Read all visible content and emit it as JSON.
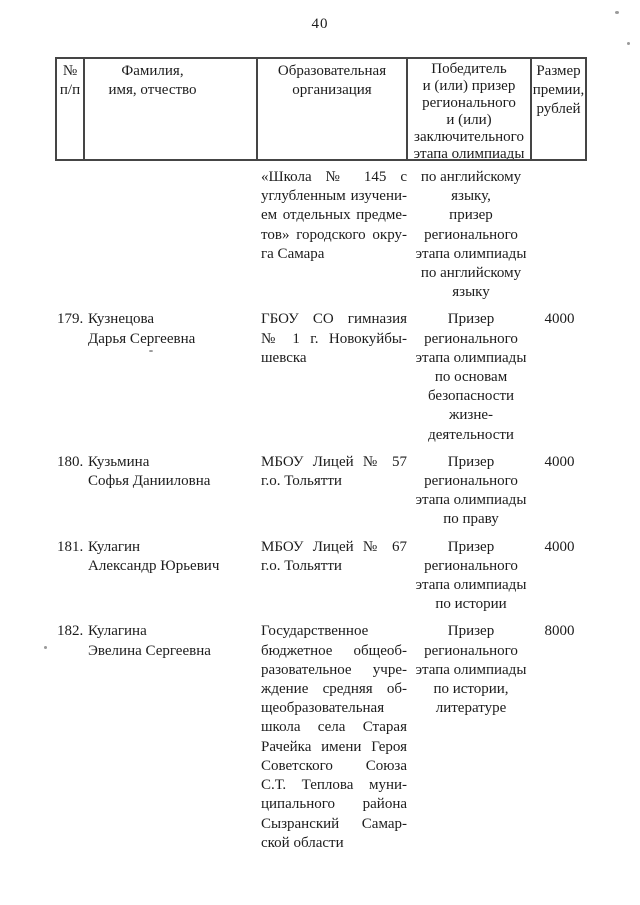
{
  "page": {
    "number": "40"
  },
  "colors": {
    "ink": "#1c1c1c",
    "border": "#454545",
    "background": "#ffffff"
  },
  "table": {
    "headers": {
      "num": [
        "№",
        "п/п"
      ],
      "name": [
        "Фамилия,",
        "имя, отчество"
      ],
      "org": [
        "Образовательная",
        "организация"
      ],
      "award": [
        "Победитель",
        "и (или) призер",
        "регионального",
        "и (или)",
        "заключительного",
        "этапа олимпиады"
      ],
      "prize": [
        "Размер",
        "премии,",
        "рублей"
      ]
    },
    "rows": [
      {
        "num": "",
        "name_lines": [],
        "org_lines": [
          "«Школа № 145 с",
          "углубленным изучени-",
          "ем отдельных предме-",
          "тов» городского окру-",
          "га Самара"
        ],
        "award_lines": [
          "по английскому",
          "языку,",
          "призер",
          "регионального",
          "этапа олимпиады",
          "по английскому",
          "языку"
        ],
        "prize": ""
      },
      {
        "num": "179.",
        "name_lines": [
          "Кузнецова",
          "Дарья Сергеевна"
        ],
        "org_lines": [
          "ГБОУ СО гимназия",
          "№ 1 г. Новокуйбы-",
          "шевска"
        ],
        "award_lines": [
          "Призер",
          "регионального",
          "этапа олимпиады",
          "по основам",
          "безопасности",
          "жизне-",
          "деятельности"
        ],
        "prize": "4000"
      },
      {
        "num": "180.",
        "name_lines": [
          "Кузьмина",
          "Софья Данииловна"
        ],
        "org_lines": [
          "МБОУ Лицей № 57",
          "г.о. Тольятти"
        ],
        "award_lines": [
          "Призер",
          "регионального",
          "этапа олимпиады",
          "по праву"
        ],
        "prize": "4000"
      },
      {
        "num": "181.",
        "name_lines": [
          "Кулагин",
          "Александр Юрьевич"
        ],
        "org_lines": [
          "МБОУ Лицей № 67",
          "г.о. Тольятти"
        ],
        "award_lines": [
          "Призер",
          "регионального",
          "этапа олимпиады",
          "по истории"
        ],
        "prize": "4000"
      },
      {
        "num": "182.",
        "name_lines": [
          "Кулагина",
          "Эвелина Сергеевна"
        ],
        "org_lines": [
          "Государственное",
          "бюджетное общеоб-",
          "разовательное учре-",
          "ждение средняя об-",
          "щеобразовательная",
          "школа села Старая",
          "Рачейка имени Героя",
          "Советского Союза",
          "С.Т. Теплова муни-",
          "ципального района",
          "Сызранский Самар-",
          "ской области"
        ],
        "award_lines": [
          "Призер",
          "регионального",
          "этапа олимпиады",
          "по истории,",
          "литературе"
        ],
        "prize": "8000"
      }
    ]
  }
}
